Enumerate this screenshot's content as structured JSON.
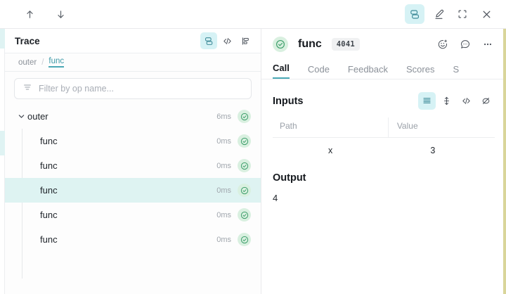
{
  "topbar": {
    "nav_up_icon": "arrow-up-icon",
    "nav_down_icon": "arrow-down-icon",
    "actions": [
      {
        "icon": "stack-layers-icon",
        "label": "Trace tree view",
        "active": true
      },
      {
        "icon": "pencil-highlighter-icon",
        "label": "Annotate",
        "active": false
      },
      {
        "icon": "expand-fullscreen-icon",
        "label": "Full screen",
        "active": false
      },
      {
        "icon": "close-x-icon",
        "label": "Close",
        "active": false
      }
    ]
  },
  "trace": {
    "title": "Trace",
    "header_icons": [
      {
        "icon": "stack-layers-icon",
        "label": "Tree view",
        "active": true
      },
      {
        "icon": "code-icon",
        "label": "Code view",
        "active": false
      },
      {
        "icon": "flame-chart-icon",
        "label": "Flame chart view",
        "active": false
      }
    ],
    "breadcrumb": {
      "root": "outer",
      "separator": "/",
      "current": "func"
    },
    "filter": {
      "icon": "filter-lines-icon",
      "placeholder": "Filter by op name..."
    },
    "rows": [
      {
        "name": "outer",
        "duration": "6ms",
        "depth": 0,
        "expanded": true,
        "selected": false,
        "status": "success"
      },
      {
        "name": "func",
        "duration": "0ms",
        "depth": 1,
        "expanded": false,
        "selected": false,
        "status": "success"
      },
      {
        "name": "func",
        "duration": "0ms",
        "depth": 1,
        "expanded": false,
        "selected": false,
        "status": "success"
      },
      {
        "name": "func",
        "duration": "0ms",
        "depth": 1,
        "expanded": false,
        "selected": true,
        "status": "success"
      },
      {
        "name": "func",
        "duration": "0ms",
        "depth": 1,
        "expanded": false,
        "selected": false,
        "status": "success"
      },
      {
        "name": "func",
        "duration": "0ms",
        "depth": 1,
        "expanded": false,
        "selected": false,
        "status": "success"
      }
    ]
  },
  "detail": {
    "status": "success",
    "name": "func",
    "badge": "4041",
    "header_icons": [
      {
        "icon": "add-reaction-icon",
        "label": "Add reaction"
      },
      {
        "icon": "comment-bubble-icon",
        "label": "Add comment"
      },
      {
        "icon": "overflow-menu-icon",
        "label": "More actions"
      }
    ],
    "tabs": [
      {
        "label": "Call",
        "active": true
      },
      {
        "label": "Code",
        "active": false
      },
      {
        "label": "Feedback",
        "active": false
      },
      {
        "label": "Scores",
        "active": false
      },
      {
        "label": "S",
        "active": false
      }
    ],
    "inputs": {
      "title": "Inputs",
      "icons": [
        {
          "icon": "list-view-icon",
          "label": "List view",
          "active": true
        },
        {
          "icon": "expand-rows-icon",
          "label": "Expand rows",
          "active": false
        },
        {
          "icon": "code-icon",
          "label": "Code view",
          "active": false
        },
        {
          "icon": "hide-eye-icon",
          "label": "Hide nulls",
          "active": false
        }
      ],
      "columns": [
        "Path",
        "Value"
      ],
      "rows": [
        {
          "path": "x",
          "value": "3"
        }
      ]
    },
    "output": {
      "title": "Output",
      "value": "4"
    }
  },
  "colors": {
    "accent": "#4aa8b5",
    "accent_bg": "#d6f2f5",
    "selection_bg": "#def3f2",
    "success": "#3d9e6a",
    "success_bg": "#d9f0e0",
    "muted_text": "#8b9199",
    "right_edge": "#d9d59a"
  }
}
